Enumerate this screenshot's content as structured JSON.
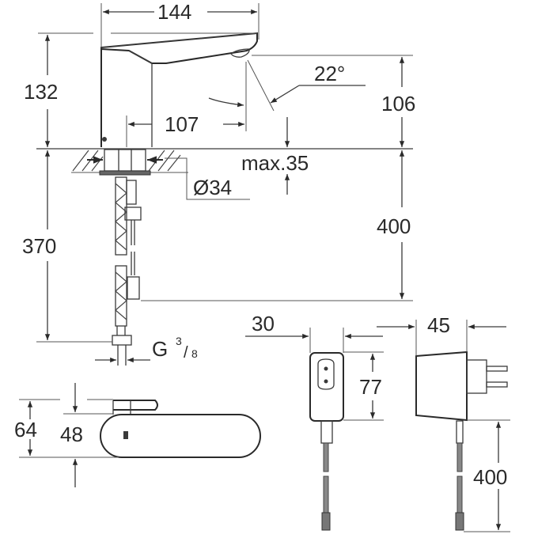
{
  "drawing": {
    "title": "Faucet dimension drawing",
    "line_color": "#3a3a3a",
    "background": "#ffffff"
  },
  "dimensions": {
    "spout_length": "144",
    "faucet_height": "132",
    "spout_reach": "107",
    "spray_angle": "22°",
    "outlet_height": "106",
    "deck_thickness": "max.35",
    "hole_diameter": "Ø34",
    "supply_length": "400",
    "hose_length": "370",
    "thread_prefix": "G",
    "thread_num": "3",
    "thread_den": "8",
    "top_depth": "64",
    "base_depth": "48",
    "adapter_width": "30",
    "adapter_height": "77",
    "adapter_depth": "45",
    "cable_length": "400"
  }
}
